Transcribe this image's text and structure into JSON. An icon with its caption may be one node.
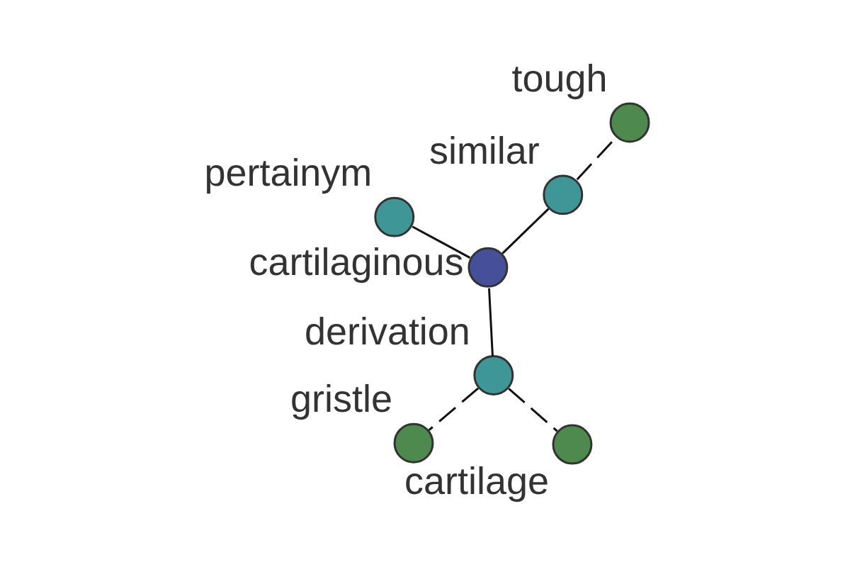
{
  "diagram": {
    "nodes": [
      {
        "text": [],
        "shape": "circle",
        "beside": [
          "gristle"
        ]
      },
      {
        "text": [],
        "shape": "circle",
        "beside": [
          "cartilage"
        ]
      },
      {
        "text": [],
        "shape": "circle",
        "beside": [
          "derivation"
        ]
      },
      {
        "text": [],
        "shape": "circle",
        "beside": [
          "cartilaginous"
        ]
      },
      {
        "text": [],
        "shape": "circle",
        "beside": [
          "tough"
        ]
      },
      {
        "text": [],
        "shape": "circle",
        "beside": [
          "similar"
        ]
      },
      {
        "text": [],
        "shape": "circle",
        "beside": [
          "pertainym"
        ]
      }
    ],
    "edges": [
      {
        "from": 3,
        "to": 2,
        "arrow": "none"
      },
      {
        "from": 2,
        "to": 0,
        "arrow": "none",
        "style": "dashed"
      },
      {
        "from": 2,
        "to": 1,
        "arrow": "none",
        "style": "dashed"
      },
      {
        "from": 3,
        "to": 5,
        "arrow": "none"
      },
      {
        "from": 5,
        "to": 4,
        "arrow": "none",
        "style": "dashed"
      },
      {
        "from": 3,
        "to": 6,
        "arrow": "none"
      }
    ]
  }
}
